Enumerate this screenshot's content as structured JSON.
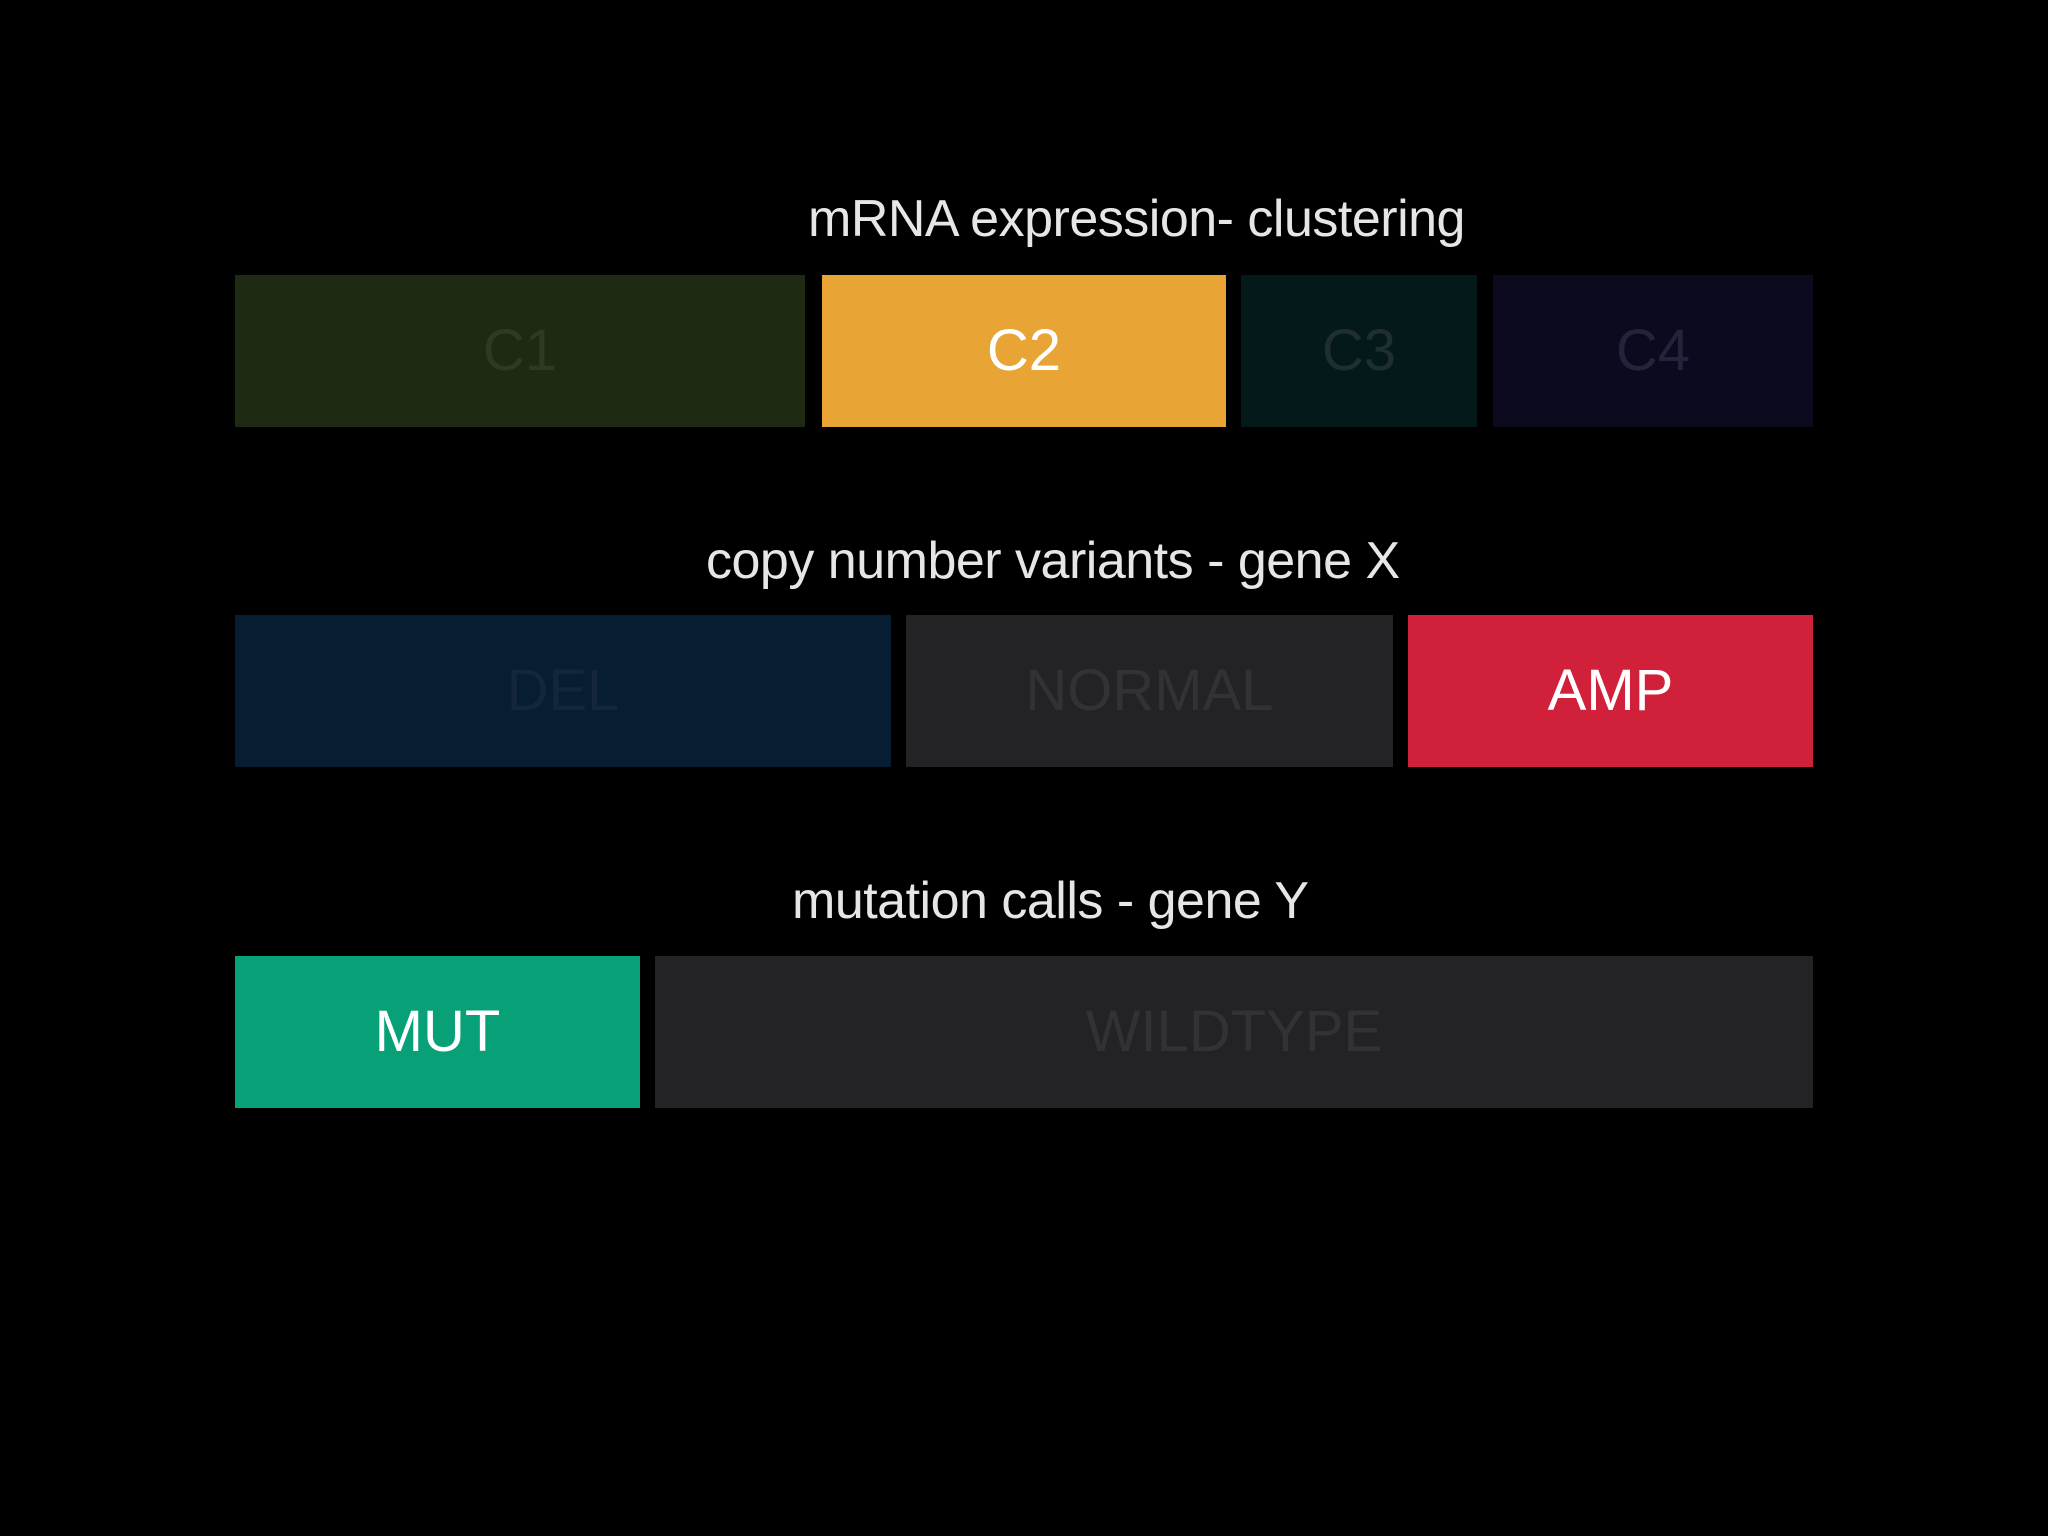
{
  "rows": {
    "mrna": {
      "title": "mRNA expression- clustering",
      "segments": [
        {
          "label": "C1",
          "active": false,
          "bg": "#1e2a12",
          "fg": "#2e3a24"
        },
        {
          "label": "C2",
          "active": true,
          "bg": "#e8a536",
          "fg": "#ffffff"
        },
        {
          "label": "C3",
          "active": false,
          "bg": "#03191a",
          "fg": "#1f2f30"
        },
        {
          "label": "C4",
          "active": false,
          "bg": "#0c0a1e",
          "fg": "#25233a"
        }
      ]
    },
    "cnv": {
      "title": "copy number variants - gene X",
      "segments": [
        {
          "label": "DEL",
          "active": false,
          "bg": "#071d31",
          "fg": "#14263a"
        },
        {
          "label": "NORMAL",
          "active": false,
          "bg": "#232325",
          "fg": "#323234"
        },
        {
          "label": "AMP",
          "active": true,
          "bg": "#d0203a",
          "fg": "#ffffff"
        }
      ]
    },
    "mutation": {
      "title": "mutation calls - gene Y",
      "segments": [
        {
          "label": "MUT",
          "active": true,
          "bg": "#07a077",
          "fg": "#ffffff"
        },
        {
          "label": "WILDTYPE",
          "active": false,
          "bg": "#232325",
          "fg": "#323234"
        }
      ]
    }
  },
  "colors": {
    "background": "#000000",
    "title_text": "#e6e6e6"
  }
}
